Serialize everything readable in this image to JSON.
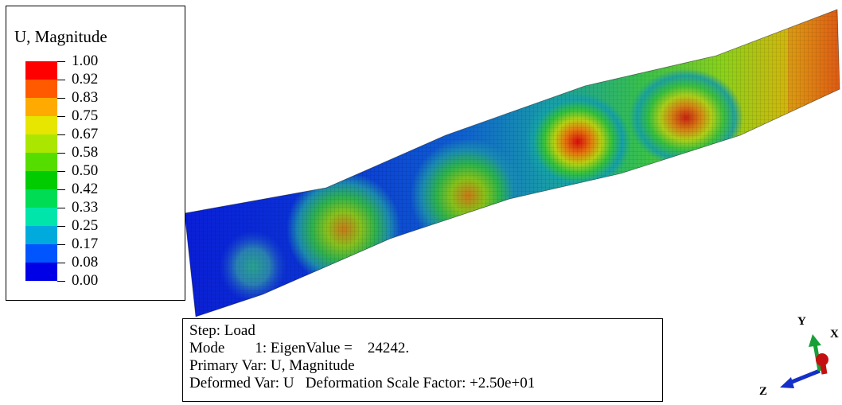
{
  "legend": {
    "title": "U, Magnitude",
    "ticks": [
      "1.00",
      "0.92",
      "0.83",
      "0.75",
      "0.67",
      "0.58",
      "0.50",
      "0.42",
      "0.33",
      "0.25",
      "0.17",
      "0.08",
      "0.00"
    ],
    "colors": [
      "#ff0000",
      "#ff5a00",
      "#ffaa00",
      "#e6e600",
      "#aae600",
      "#55dd00",
      "#00cc00",
      "#00dd55",
      "#00e6aa",
      "#00aadd",
      "#0055ff",
      "#0000e6"
    ]
  },
  "info": {
    "step": "Step: Load",
    "mode": "Mode        1: EigenValue =    24242.",
    "primary_var": "Primary Var: U, Magnitude",
    "deformed_var": "Deformed Var: U   Deformation Scale Factor: +2.50e+01"
  },
  "triad": {
    "y_label": "Y",
    "x_label": "X",
    "z_label": "Z"
  }
}
